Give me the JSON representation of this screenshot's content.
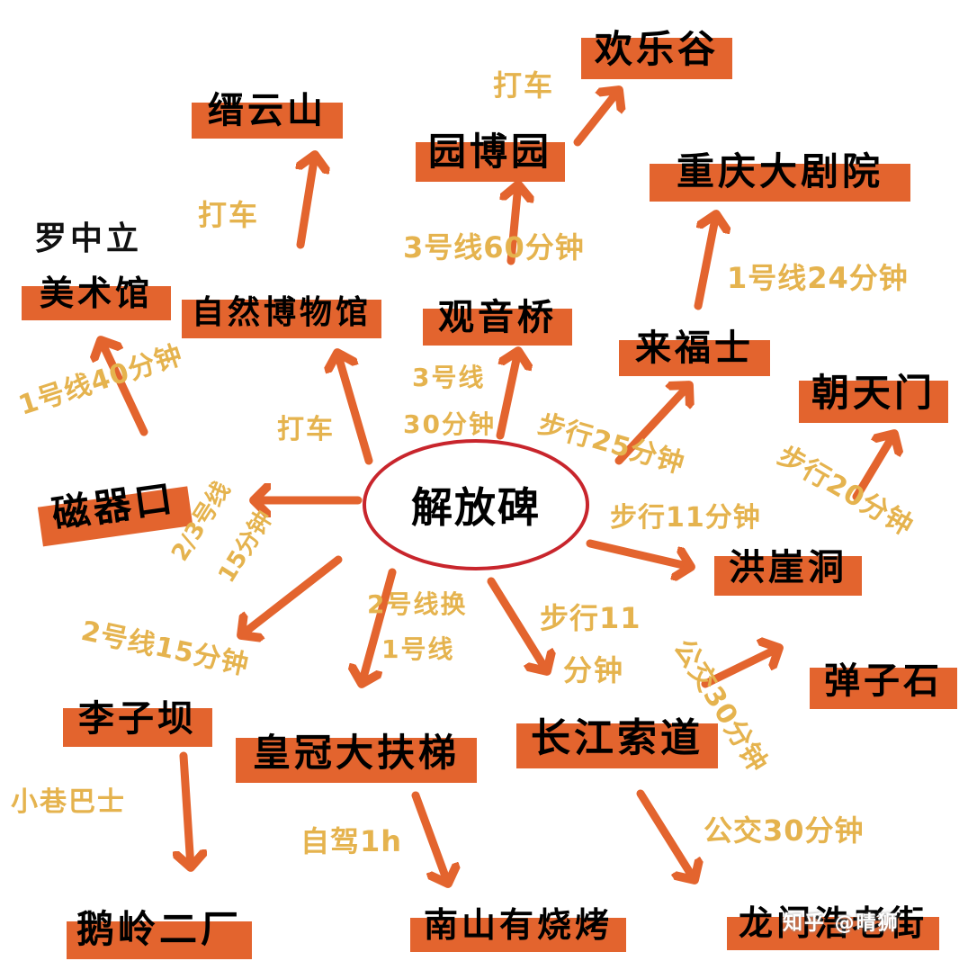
{
  "colors": {
    "accent": "#e3642e",
    "label": "#e5b34e",
    "ring": "#c8252c",
    "ink": "#000000"
  },
  "center": "解放碑",
  "nodes": {
    "jinyunshan": "缙云山",
    "huanlegu": "欢乐谷",
    "yuanboyuan": "园博园",
    "chongqing_grand_theatre": "重庆大剧院",
    "art_museum": "美术馆",
    "art_museum_prefix": "罗中立",
    "natural_history_museum": "自然博物馆",
    "guanyinqiao": "观音桥",
    "raffles": "来福士",
    "chaotianmen": "朝天门",
    "ciqikou": "磁器口",
    "hongyadong": "洪崖洞",
    "danzishi": "弹子石",
    "liziba": "李子坝",
    "huangguan_escalator": "皇冠大扶梯",
    "yangtze_cableway": "长江索道",
    "eling_2nd_factory": "鹅岭二厂",
    "nanshan_bbq": "南山有烧烤",
    "longmenhao": "龙门浩老街"
  },
  "routes": {
    "taxi_huanlegu": "打车",
    "taxi_jinyunshan": "打车",
    "line3_60": "3号线60分钟",
    "line1_24": "1号线24分钟",
    "line3_a": "3号线",
    "line3_b": "30分钟",
    "taxi_museum": "打车",
    "line1_40": "1号线40分钟",
    "walk25": "步行25分钟",
    "walk20": "步行20分钟",
    "walk11_hyd": "步行11分钟",
    "line23_a": "2/3号线",
    "line23_b": "15分钟",
    "line2_change_a": "2号线换",
    "line2_change_b": "1号线",
    "walk11_a": "步行11",
    "walk11_b": "分钟",
    "line2_15": "2号线15分钟",
    "bus30_dzs": "公交30分钟",
    "alley_bus": "小巷巴士",
    "drive1h": "自驾1h",
    "bus30_lmh": "公交30分钟"
  },
  "watermark": "知乎 @晴狮"
}
